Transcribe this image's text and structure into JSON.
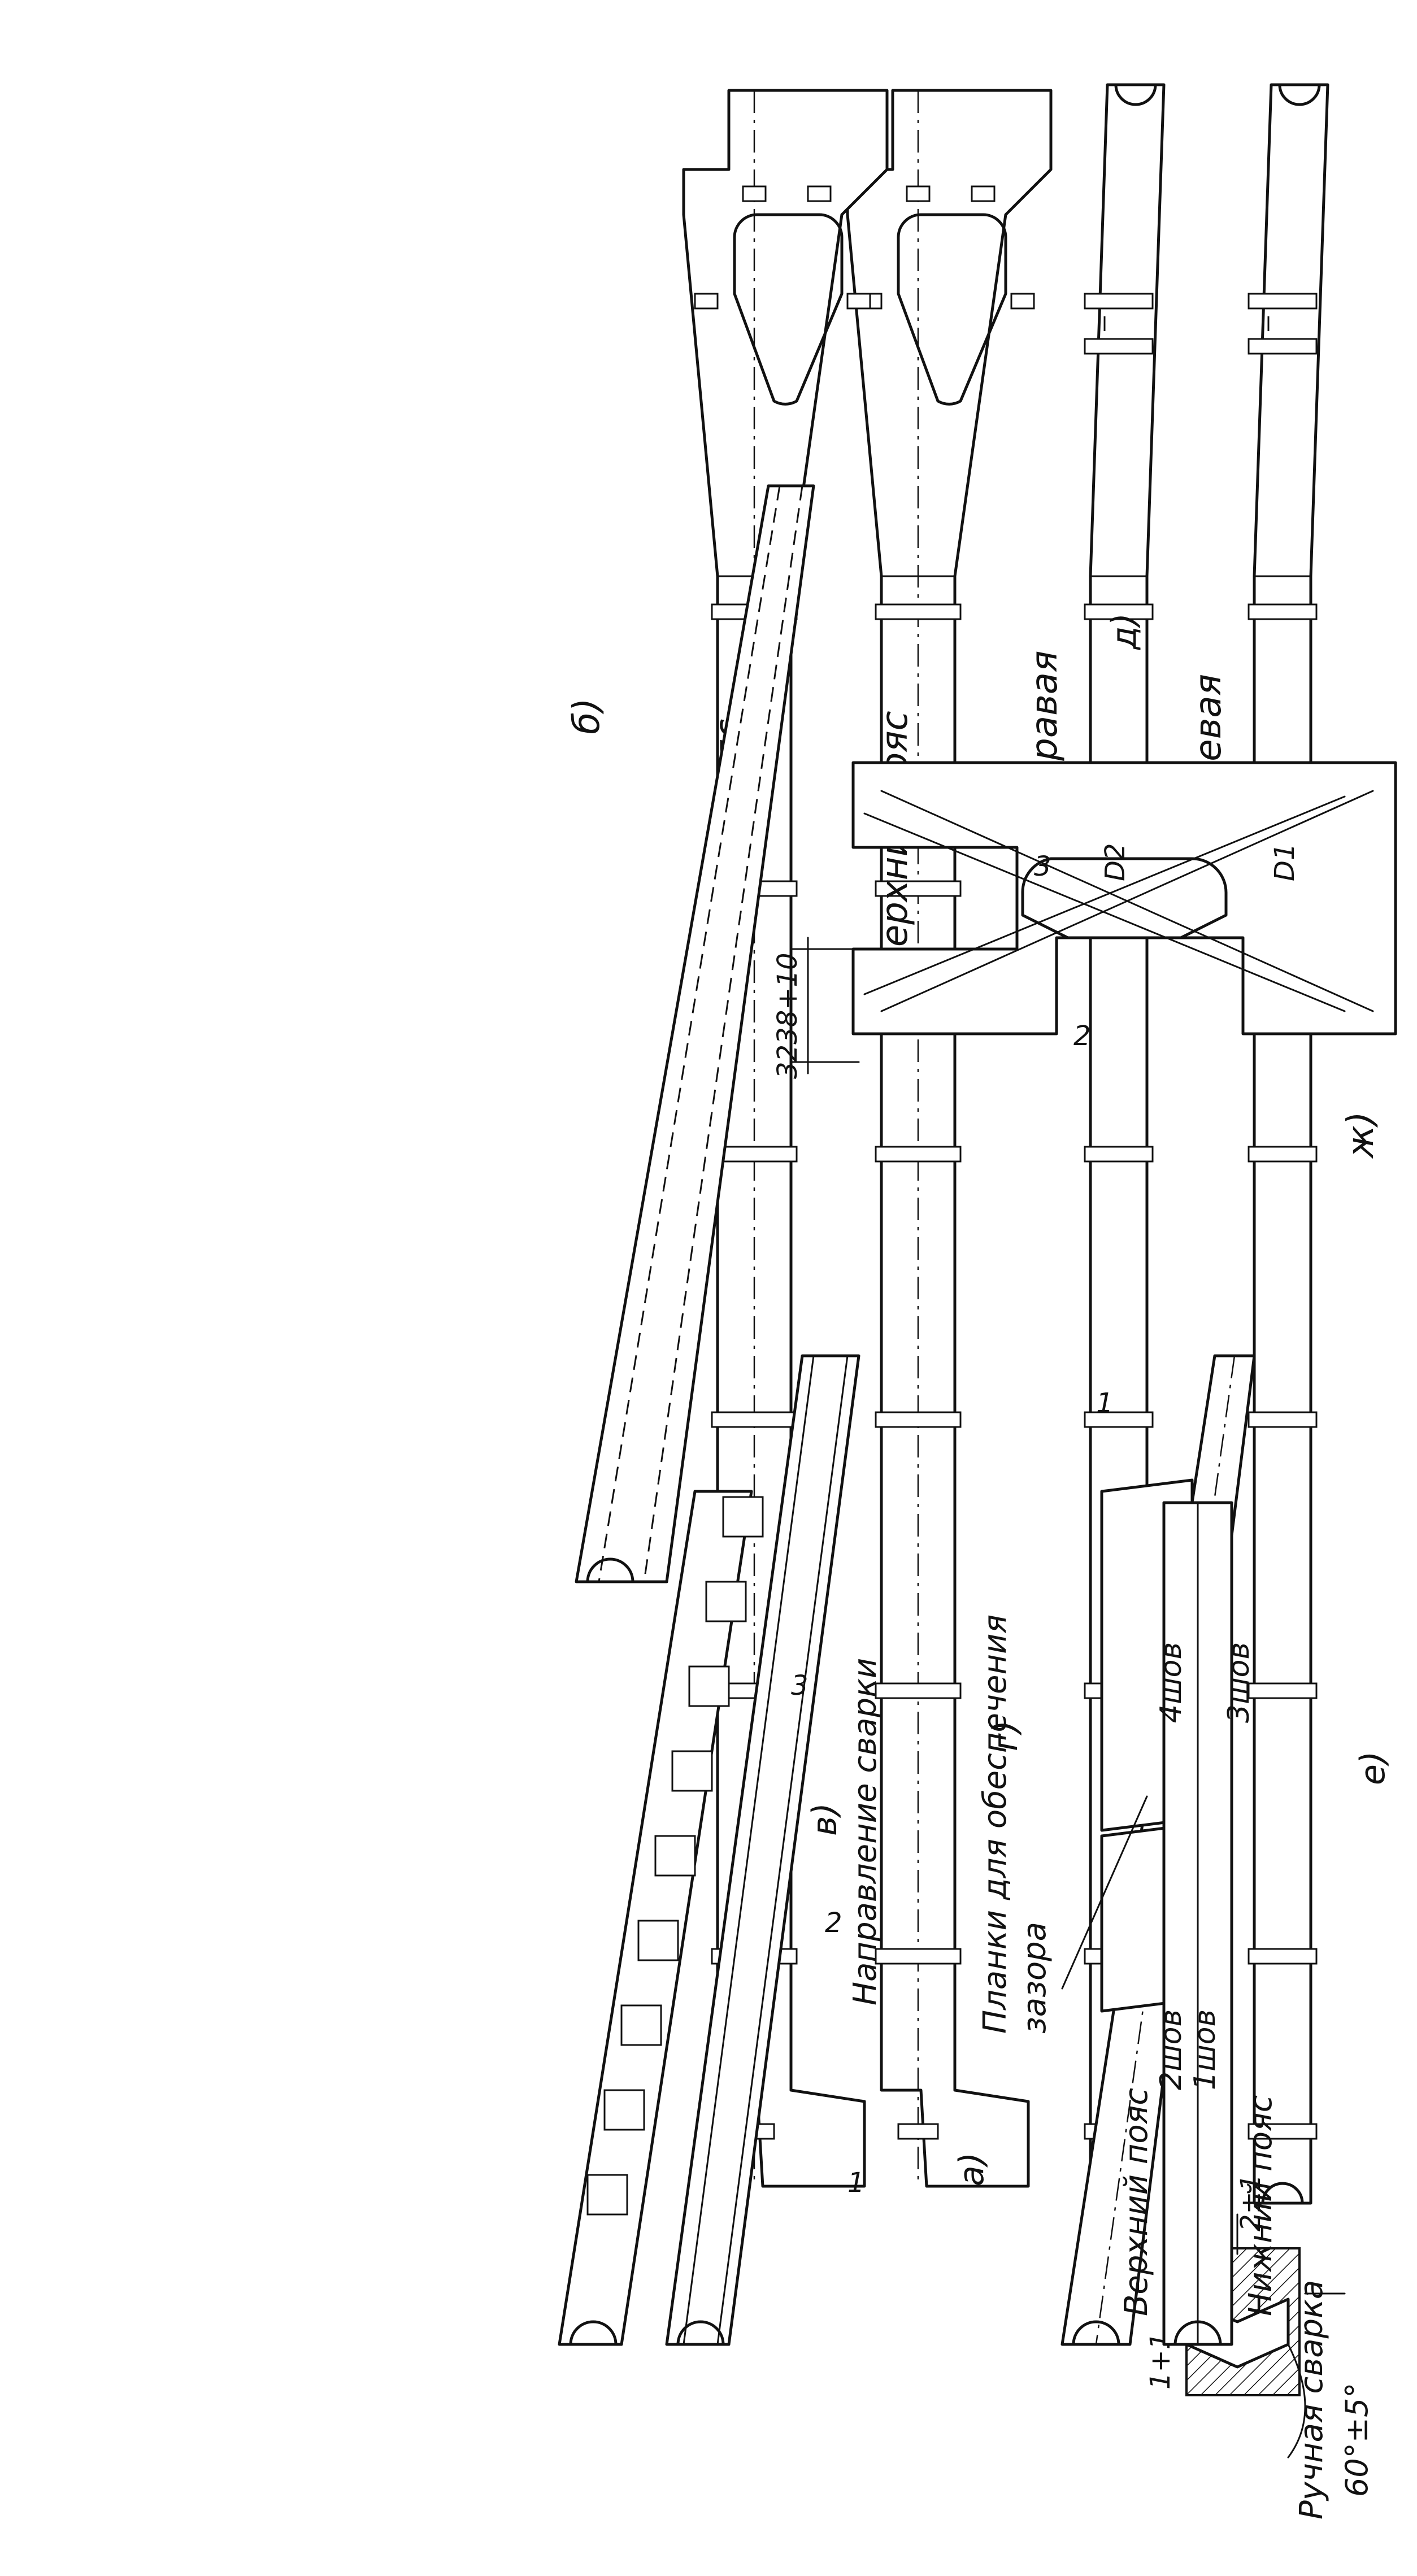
{
  "figure": {
    "weld_detail": {
      "gap": "2±1",
      "bevel": "60°±5°",
      "root": "1+1"
    },
    "labels": {
      "plates_note_line1": "Планки для обеспечения",
      "plates_note_line2": "зазора",
      "welding_direction": "Направление сварки",
      "top_chord_e": "Верхний пояс",
      "bottom_chord_e": "Нижний пояс",
      "manual_welding": "Ручная сварка",
      "seam_2": "2шов",
      "seam_1": "1шов",
      "seam_4": "4шов",
      "seam_3": "3шов",
      "wall_left": "Стенка левая",
      "wall_right": "Стенка правая",
      "top_chord": "Верхний пояс",
      "bottom_chord": "Нижний пояс",
      "dimension": "3238+10",
      "d1": "D1",
      "d2": "D2"
    },
    "sublabels": {
      "a": "а)",
      "b": "б)",
      "v": "в)",
      "g": "г)",
      "d": "д)",
      "e": "е)",
      "zh": "ж)"
    },
    "callouts": {
      "n1": "1",
      "n2": "2",
      "n3": "3"
    }
  }
}
